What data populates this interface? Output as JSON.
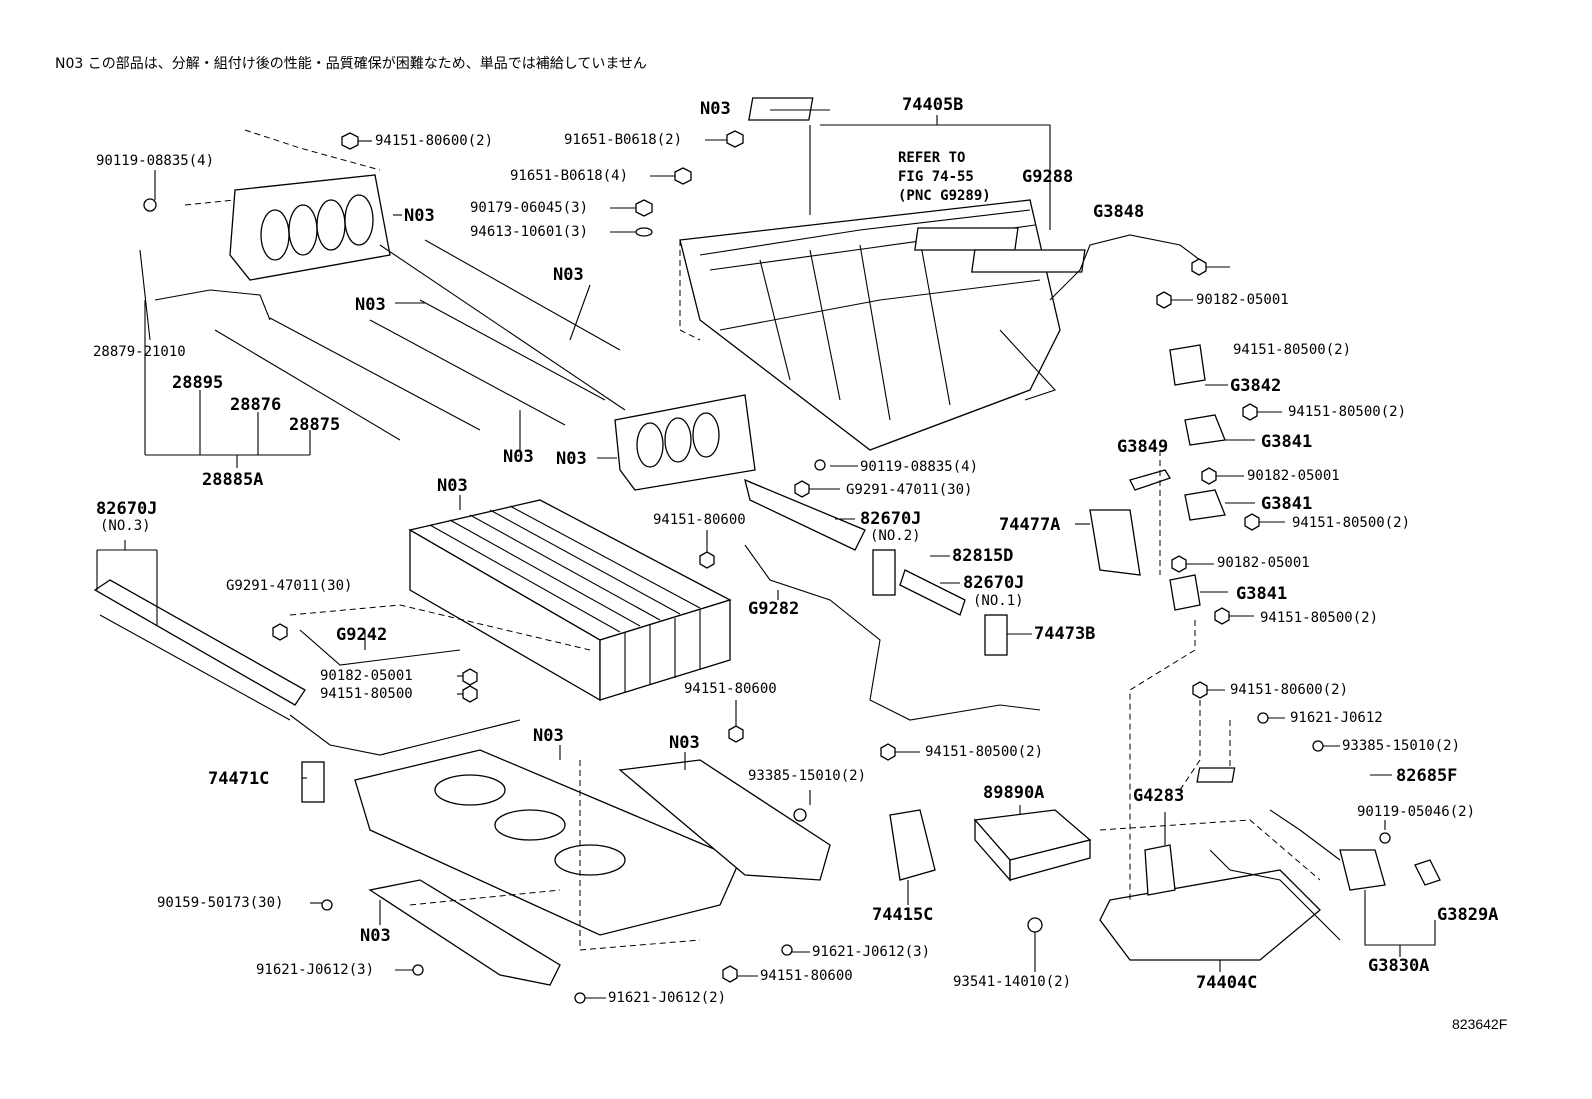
{
  "note": "N03 この部品は、分解・組付け後の性能・品質確保が困難なため、単品では補給していません",
  "figure_ref": "823642F",
  "refer_note": [
    "REFER TO",
    "FIG 74-55",
    "(PNC G9289)"
  ],
  "callouts": {
    "p74405B": "74405B",
    "pG9288": "G9288",
    "pG3848": "G3848",
    "p90182_05001_a": "90182-05001",
    "p94151_80500_2_a": "94151-80500(2)",
    "pG3842": "G3842",
    "p94151_80500_2_b": "94151-80500(2)",
    "pG3841_a": "G3841",
    "pG3849": "G3849",
    "p90182_05001_b": "90182-05001",
    "pG3841_b": "G3841",
    "p94151_80500_2_c": "94151-80500(2)",
    "p90182_05001_c": "90182-05001",
    "pG3841_c": "G3841",
    "p94151_80500_2_d": "94151-80500(2)",
    "p74477A": "74477A",
    "pN03_top": "N03",
    "p91651_B0618_2": "91651-B0618(2)",
    "p91651_B0618_4": "91651-B0618(4)",
    "p90179_06045_3": "90179-06045(3)",
    "p94613_10601_3": "94613-10601(3)",
    "p94151_80600_2_top": "94151-80600(2)",
    "p90119_08835_4_a": "90119-08835(4)",
    "pN03_housing": "N03",
    "pN03_rod_a": "N03",
    "pN03_rod_b": "N03",
    "p28879_21010": "28879-21010",
    "p28895": "28895",
    "p28876": "28876",
    "p28875": "28875",
    "p28885A": "28885A",
    "pN03_rod_c": "N03",
    "pN03_frame": "N03",
    "p90119_08835_4_b": "90119-08835(4)",
    "pG9291_47011_30_a": "G9291-47011(30)",
    "p82670J_no2": "82670J",
    "p82670J_no2_sub": "(NO.2)",
    "p82815D": "82815D",
    "p82670J_no1": "82670J",
    "p82670J_no1_sub": "(NO.1)",
    "p74473B": "74473B",
    "pG9282": "G9282",
    "p94151_80600_a": "94151-80600",
    "pN03_cells": "N03",
    "p82670J_no3": "82670J",
    "p82670J_no3_sub": "(NO.3)",
    "pG9291_47011_30_b": "G9291-47011(30)",
    "pG9242": "G9242",
    "p90182_05001_d": "90182-05001",
    "p94151_80500": "94151-80500",
    "p74471C": "74471C",
    "p94151_80600_b": "94151-80600",
    "pN03_tray": "N03",
    "pN03_cover": "N03",
    "p93385_15010_2_a": "93385-15010(2)",
    "p94151_80500_2_e": "94151-80500(2)",
    "p89890A": "89890A",
    "p94151_80600_2_r": "94151-80600(2)",
    "p91621_J0612_r": "91621-J0612",
    "p93385_15010_2_b": "93385-15010(2)",
    "p82685F": "82685F",
    "p90119_05046_2": "90119-05046(2)",
    "pG4283": "G4283",
    "p74415C": "74415C",
    "pG3829A": "G3829A",
    "pG3830A": "G3830A",
    "p93541_14010_2": "93541-14010(2)",
    "p74404C": "74404C",
    "p90159_50173_30": "90159-50173(30)",
    "pN03_bottom": "N03",
    "p91621_J0612_3_a": "91621-J0612(3)",
    "p91621_J0612_3_b": "91621-J0612(3)",
    "p94151_80600_c": "94151-80600",
    "p91621_J0612_2": "91621-J0612(2)"
  }
}
